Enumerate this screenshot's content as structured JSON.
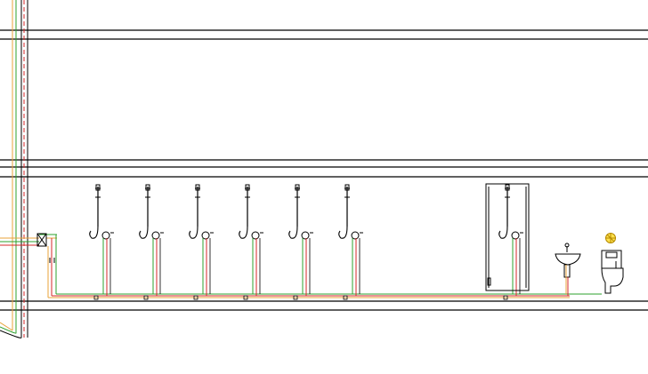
{
  "drawing": {
    "type": "plumbing-elevation",
    "background": "#ffffff",
    "colors": {
      "structure": "#000000",
      "hot_water": "#d62728",
      "cold_water": "#2ca02c",
      "supply": "#e8a33a",
      "floor_fill": "#ffffff"
    },
    "fixtures": {
      "showers_open": 6,
      "shower_enclosed": 1,
      "washbasin": 1,
      "wc": 1
    }
  }
}
